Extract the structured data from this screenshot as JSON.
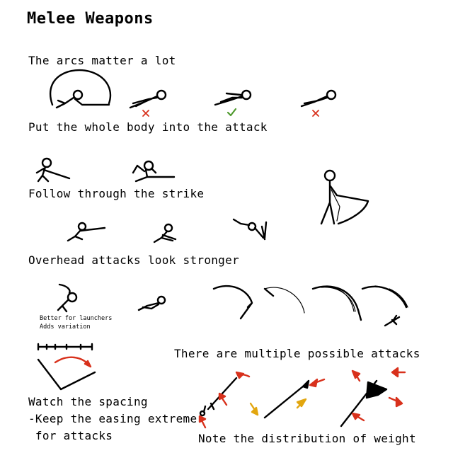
{
  "title": "Melee Weapons",
  "sections": {
    "arcs": "The arcs matter a lot",
    "body": "Put the whole body into the attack",
    "follow": "Follow through the strike",
    "overhead": "Overhead attacks look stronger",
    "launcher_note_1": "Better for launchers",
    "launcher_note_2": "Adds variation",
    "multiple": "There are multiple possible attacks",
    "spacing_1": "Watch the spacing",
    "spacing_2": "-Keep the easing extreme",
    "spacing_3": " for attacks",
    "weight": "Note the distribution of weight"
  },
  "marks": [
    "wrong",
    "right",
    "wrong"
  ],
  "colors": {
    "ink": "#000000",
    "wrong": "#d8311c",
    "right": "#4f9a2e",
    "motion_red": "#d8311c",
    "motion_gold": "#e2a60f"
  }
}
